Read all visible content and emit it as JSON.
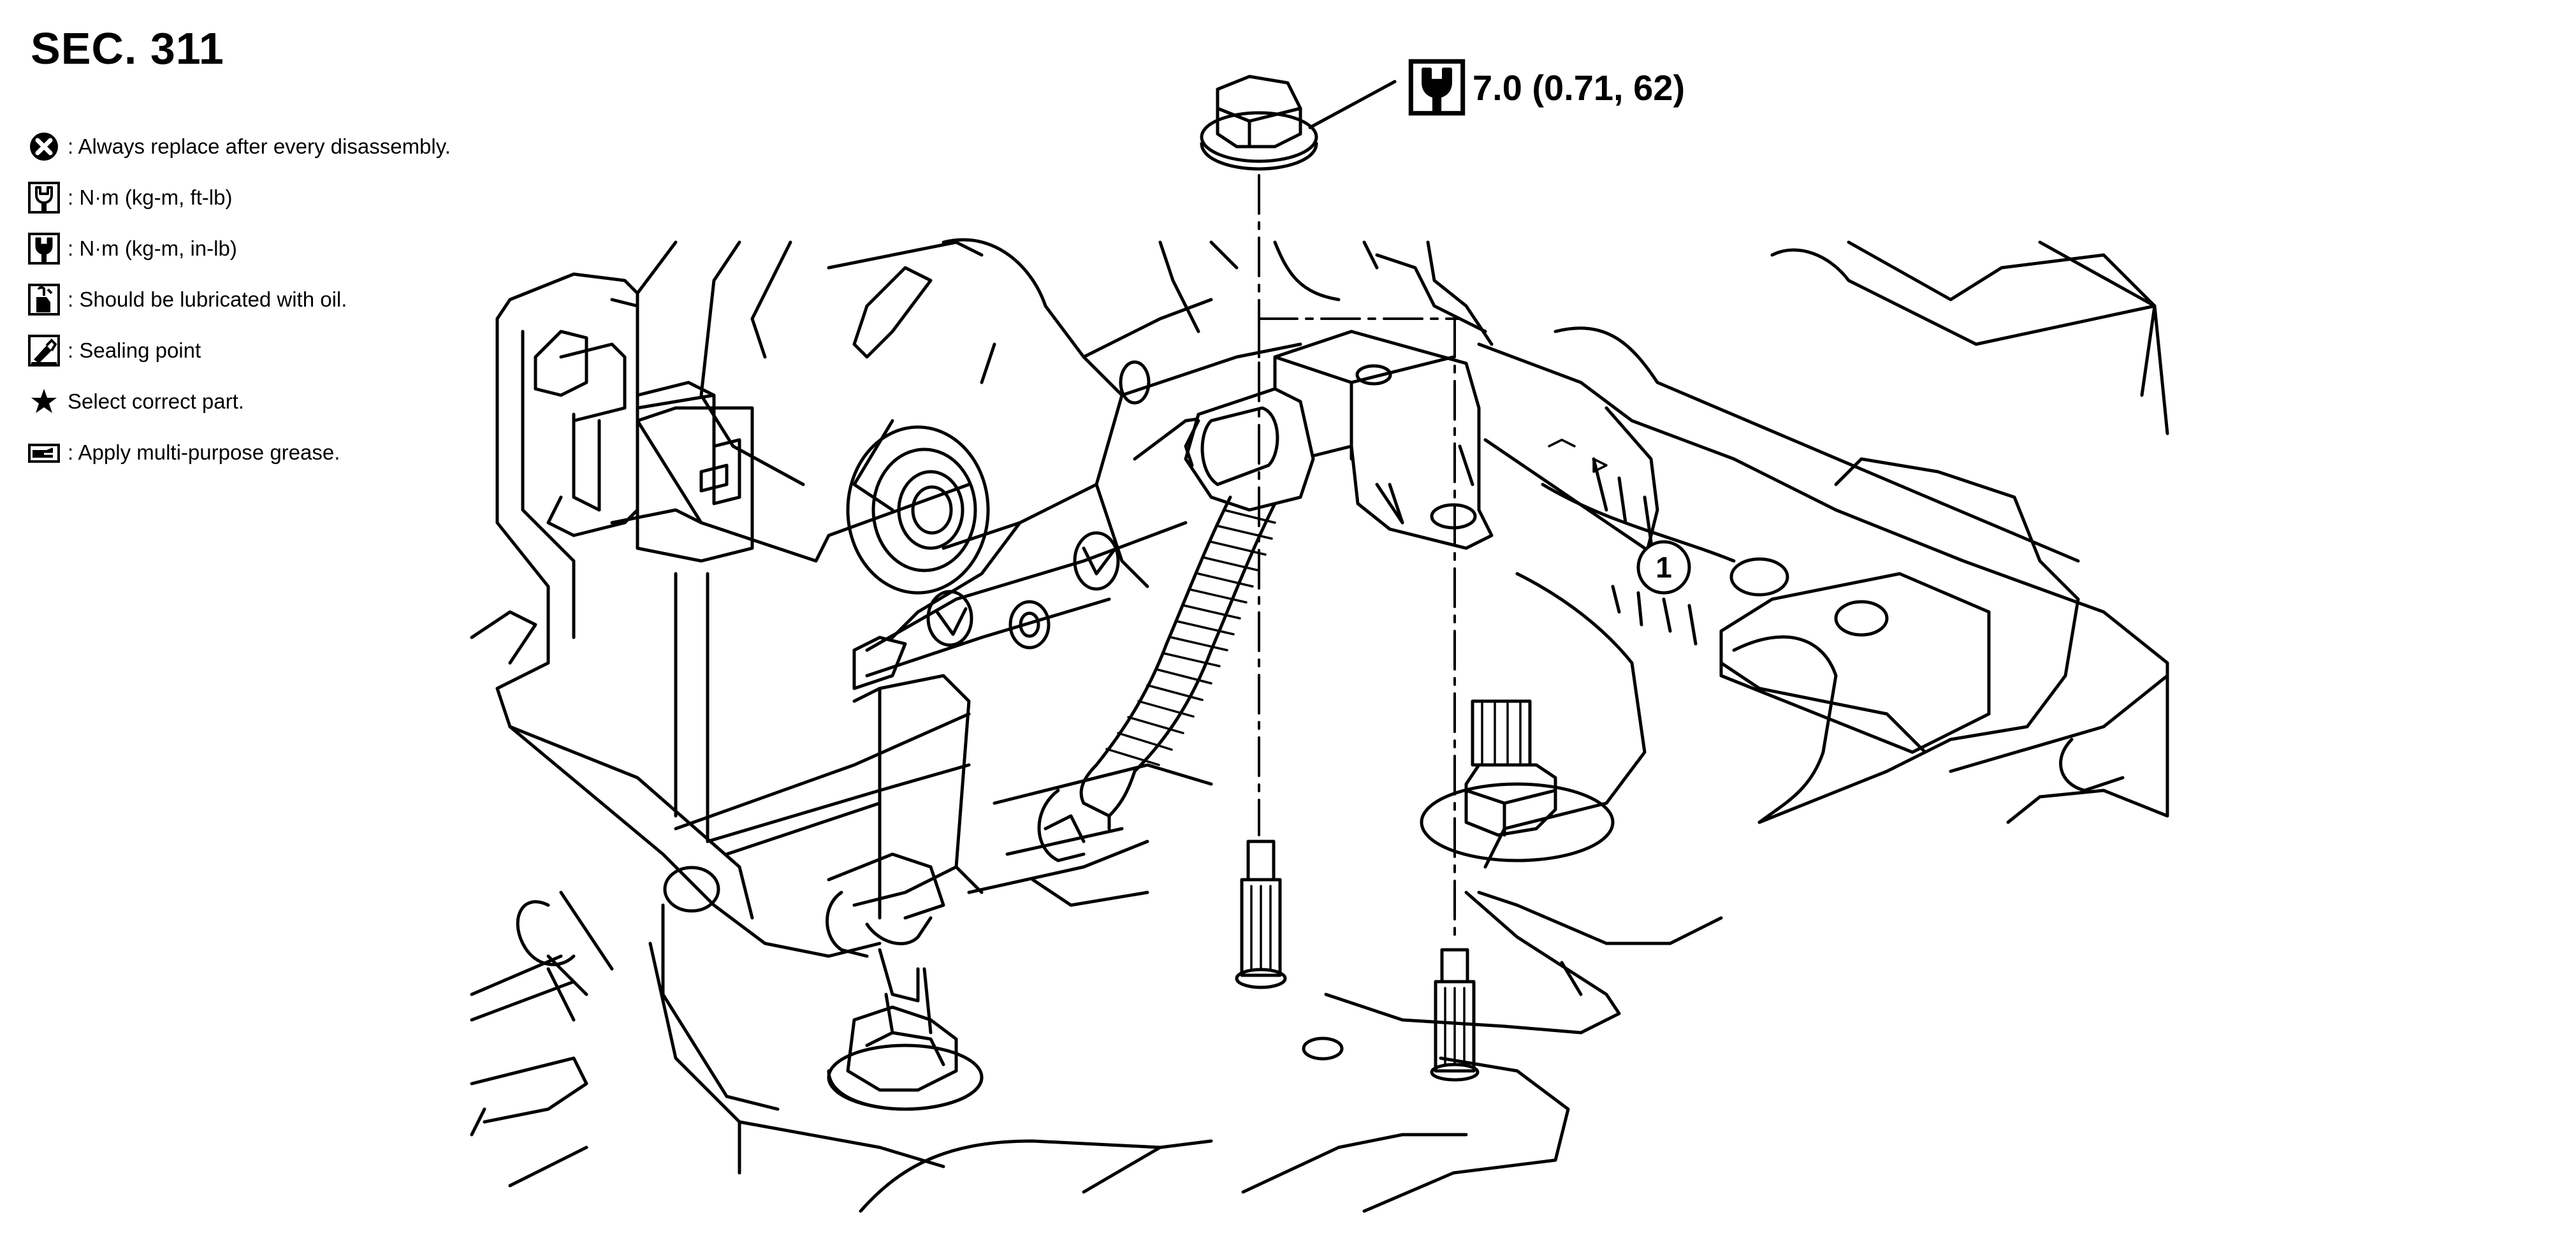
{
  "section_title": "SEC. 311",
  "legend": [
    {
      "icon": "replace-x-icon",
      "text": ": Always replace after every disassembly."
    },
    {
      "icon": "torque-wrench-ftlb-icon",
      "text": ": N·m (kg-m, ft-lb)"
    },
    {
      "icon": "torque-wrench-inlb-icon",
      "text": ": N·m (kg-m, in-lb)"
    },
    {
      "icon": "oil-can-icon",
      "text": ": Should be lubricated with oil."
    },
    {
      "icon": "sealant-icon",
      "text": ": Sealing point"
    },
    {
      "icon": "star-icon",
      "text": "Select correct part."
    },
    {
      "icon": "grease-tube-icon",
      "text": ": Apply multi-purpose grease."
    }
  ],
  "torque_callout": {
    "icon": "torque-wrench-inlb-icon",
    "value": "7.0 (0.71, 62)"
  },
  "part_labels": [
    {
      "number": "1"
    }
  ]
}
